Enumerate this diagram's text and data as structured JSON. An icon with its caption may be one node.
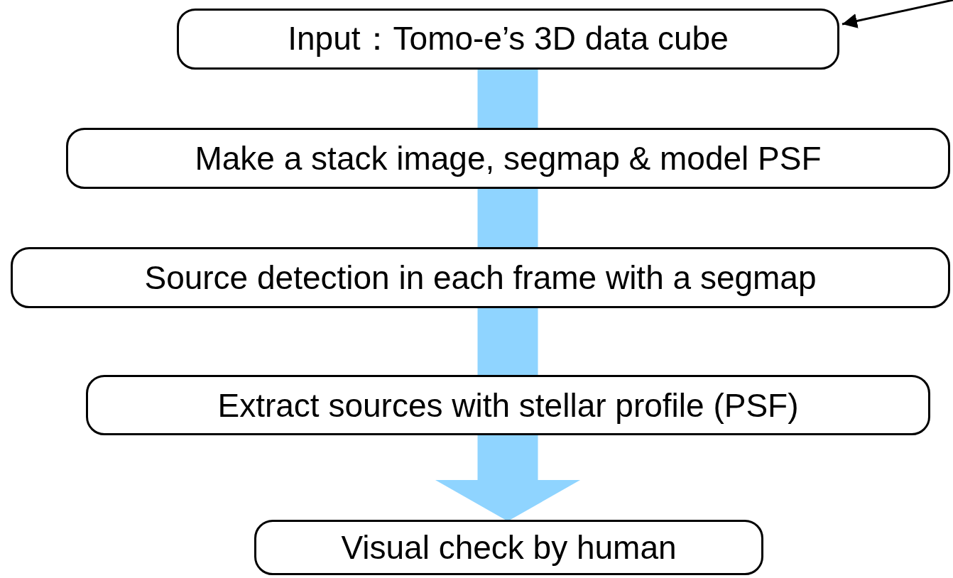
{
  "diagram": {
    "nodes": [
      {
        "text": [
          "Input：Tomo-e’s 3D data cube"
        ]
      },
      {
        "text": [
          "Make a stack image, segmap & model PSF"
        ]
      },
      {
        "text": [
          "Source detection in each frame with a segmap"
        ]
      },
      {
        "text": [
          "Extract sources with stellar profile (PSF)"
        ]
      },
      {
        "text": [
          "Visual check by human"
        ]
      }
    ],
    "edges": [
      {
        "from": 0,
        "to": 1,
        "arrow": "none",
        "style": "thick"
      },
      {
        "from": 1,
        "to": 2,
        "arrow": "none",
        "style": "thick"
      },
      {
        "from": 2,
        "to": 3,
        "arrow": "none",
        "style": "thick"
      },
      {
        "from": 3,
        "to": 4,
        "arrow": "to",
        "style": "thick"
      },
      {
        "from": null,
        "to": 0,
        "arrow": "to",
        "color": "#000000"
      }
    ]
  }
}
